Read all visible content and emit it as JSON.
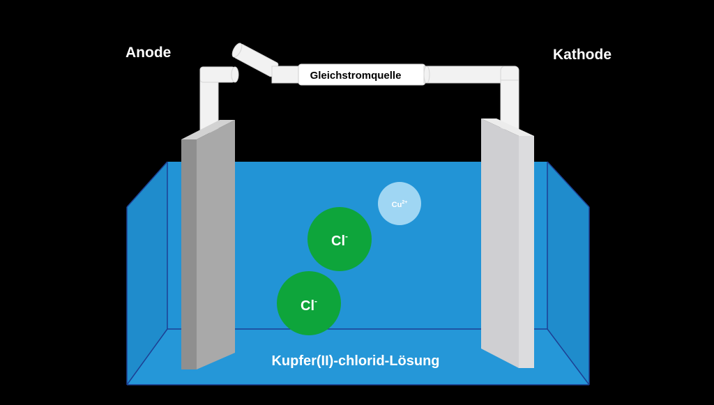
{
  "labels": {
    "anode": "Anode",
    "cathode": "Kathode",
    "power_source": "Gleichstromquelle",
    "solution": "Kupfer(II)-chlorid-Lösung"
  },
  "ions": {
    "cu": {
      "symbol": "Cu",
      "charge": "2+"
    },
    "cl_1": {
      "symbol": "Cl",
      "charge": "-"
    },
    "cl_2": {
      "symbol": "Cl",
      "charge": "-"
    }
  },
  "colors": {
    "background": "#000000",
    "solution_front": "#2597d8",
    "solution_side": "#1f8ccc",
    "tank_edge": "#1d3f93",
    "electrode_front": "#a9a9a9",
    "electrode_side": "#c8c8c8",
    "cathode_front": "#d6d6d8",
    "wire": "#f2f2f2",
    "ion_cl": "#0ea53b",
    "ion_cu": "#9fd6f3"
  }
}
